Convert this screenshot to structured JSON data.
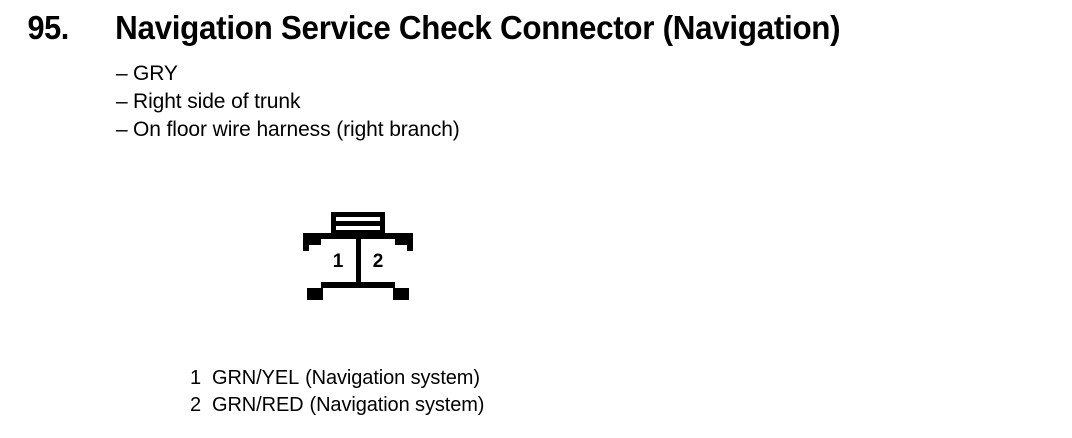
{
  "heading": {
    "number": "95.",
    "title": "Navigation Service Check Connector (Navigation)"
  },
  "bullets": [
    {
      "dash": "–",
      "text": "GRY"
    },
    {
      "dash": "–",
      "text": "Right side of trunk"
    },
    {
      "dash": "–",
      "text": "On floor wire harness (right branch)"
    }
  ],
  "connector": {
    "type": "2-pin-connector-diagram",
    "cavities": [
      {
        "number": "1"
      },
      {
        "number": "2"
      }
    ],
    "line_color": "#000000",
    "fill_color": "#ffffff"
  },
  "legend": [
    {
      "pin": "1",
      "wire": "GRN/YEL",
      "circuit": "(Navigation system)"
    },
    {
      "pin": "2",
      "wire": "GRN/RED",
      "circuit": "(Navigation system)"
    }
  ]
}
